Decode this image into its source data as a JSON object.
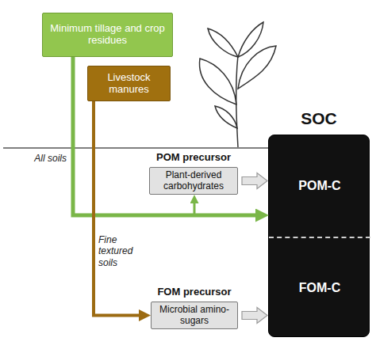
{
  "diagram": {
    "nodes": [
      {
        "text": [
          "Minimum tillage and crop residues"
        ]
      },
      {
        "text": [
          "Livestock manures"
        ]
      },
      {
        "text": [
          "POM precursor",
          "Plant-derived carbohydrates"
        ]
      },
      {
        "text": [
          "FOM precursor",
          "Microbial amino-sugars"
        ]
      },
      {
        "text": [
          "SOC"
        ]
      },
      {
        "text": [
          "POM-C"
        ],
        "in": 4
      },
      {
        "text": [
          "FOM-C"
        ],
        "in": 4
      }
    ],
    "edges": [
      {
        "from": 0,
        "to": 5,
        "arrow": "to",
        "label": "All soils"
      },
      {
        "from": 0,
        "to": 2,
        "arrow": "to"
      },
      {
        "from": 1,
        "to": 3,
        "arrow": "to",
        "label": "Fine textured soils"
      },
      {
        "from": 2,
        "to": 5,
        "arrow": "to"
      },
      {
        "from": 3,
        "to": 6,
        "arrow": "to"
      }
    ]
  }
}
